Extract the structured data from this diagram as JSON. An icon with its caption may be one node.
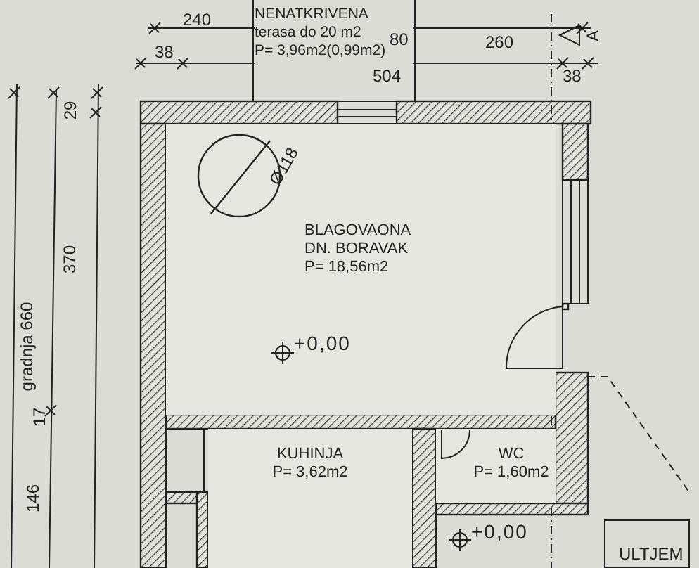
{
  "diagram": {
    "nodes": [
      {
        "text": [
          "NENATKRIVENA",
          "terasa do 20 m2",
          "P= 3,96m2(0,99m2)"
        ]
      },
      {
        "text": [
          "BLAGOVAONA DN. BORAVAK",
          "P= 18,56m2"
        ]
      },
      {
        "text": [
          "KUHINJA",
          "P= 3,62m2"
        ]
      },
      {
        "text": [
          "WC",
          "P= 1,60m2"
        ]
      }
    ],
    "edges": [],
    "labels": [
      "240",
      "80",
      "260",
      "A",
      "38",
      "504",
      "38",
      "29",
      "Ø118",
      "370",
      "gradnja 660",
      "17",
      "146",
      "+0,00",
      "+0,00",
      "ULTJEM"
    ]
  }
}
